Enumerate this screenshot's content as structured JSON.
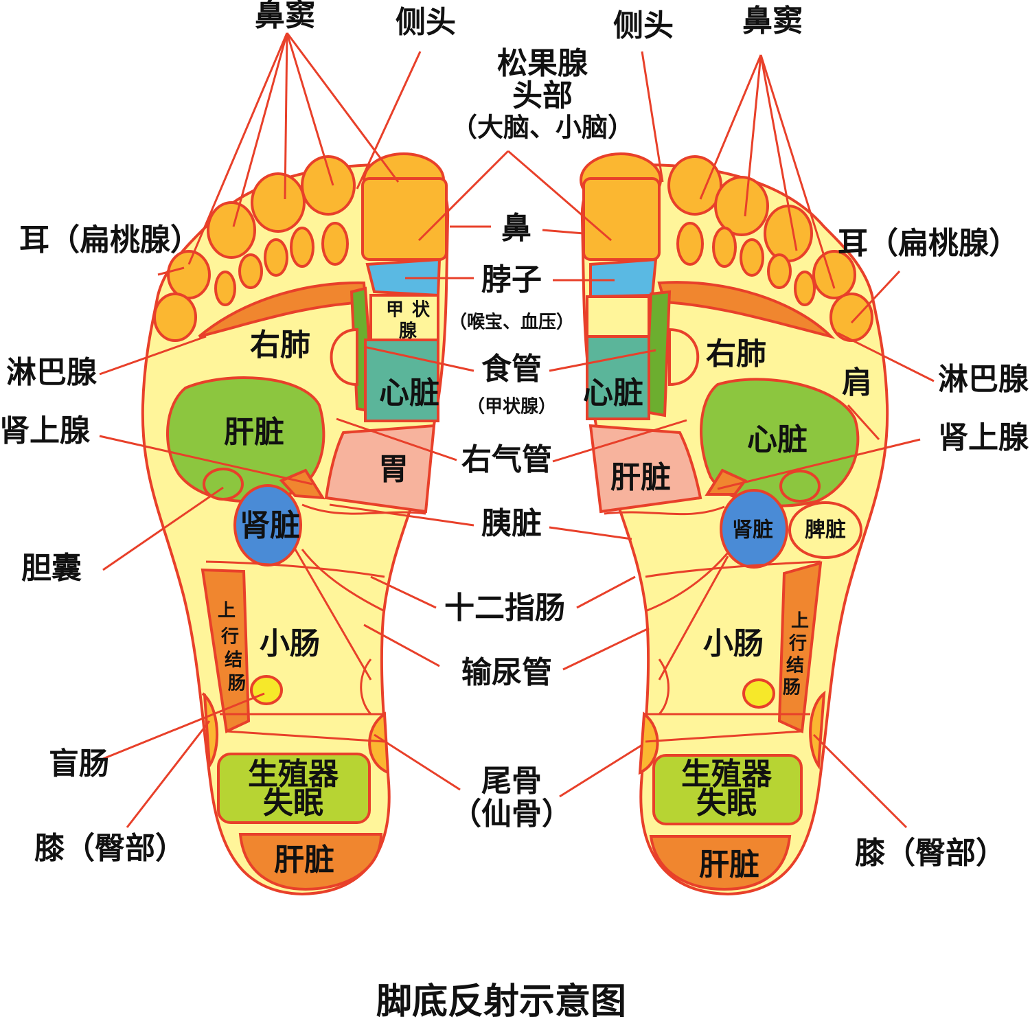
{
  "colors": {
    "outline": "#e8402a",
    "sole": "#fff59a",
    "toe": "#fbb731",
    "orange": "#f0862f",
    "green": "#8cc63f",
    "dark_green": "#6cae2f",
    "teal": "#5bb59a",
    "blue": "#4a8bd6",
    "sky": "#5ab9e3",
    "pink": "#f7b39d",
    "lime": "#b7d433",
    "yellow_dot": "#f6e82a",
    "text": "#111111"
  },
  "title": "脚底反射示意图",
  "center_labels": {
    "songguoxian": "松果腺",
    "toubu": "头部",
    "danao": "（大脑、小脑）",
    "bi": "鼻",
    "bozi": "脖子",
    "houbao": "（喉宝、血压）",
    "shiguan": "食管",
    "jiazhuangxian_paren": "（甲状腺）",
    "youqiguan": "右气管",
    "yizang": "胰脏",
    "shierzhichang": "十二指肠",
    "shuniaoguan": "输尿管",
    "weigu_1": "尾骨",
    "weigu_2": "（仙骨）"
  },
  "left_outer_labels": {
    "bidou": "鼻窦",
    "cetou": "侧头",
    "er": "耳（扁桃腺）",
    "linbaxian": "淋巴腺",
    "shenshangxian": "肾上腺",
    "dannang": "胆囊",
    "mangchang": "盲肠",
    "xi": "膝（臀部）"
  },
  "right_outer_labels": {
    "cetou": "侧头",
    "bidou": "鼻窦",
    "er": "耳（扁桃腺）",
    "linbaxian": "淋巴腺",
    "shenshangxian": "肾上腺",
    "xi": "膝（臀部）"
  },
  "left_foot": {
    "jiazhuangxian": [
      "甲",
      "状",
      "腺"
    ],
    "youfei": "右肺",
    "xinzang": "心脏",
    "ganzang": "肝脏",
    "wei": "胃",
    "shenzang": "肾脏",
    "xiaochang": "小肠",
    "shangxingjiechang": [
      "上",
      "行",
      "结",
      "肠"
    ],
    "shengzhiqi": "生殖器",
    "shimian": "失眠",
    "heel_ganzang": "肝脏"
  },
  "right_foot": {
    "youfei": "右肺",
    "jian": "肩",
    "xinzang_inner": "心脏",
    "xinzang_outer": "心脏",
    "ganzang": "肝脏",
    "shenzang": "肾脏",
    "pizang": "脾脏",
    "xiaochang": "小肠",
    "shangxingjiechang": [
      "上",
      "行",
      "结",
      "肠"
    ],
    "shengzhiqi": "生殖器",
    "shimian": "失眠",
    "heel_ganzang": "肝脏"
  }
}
